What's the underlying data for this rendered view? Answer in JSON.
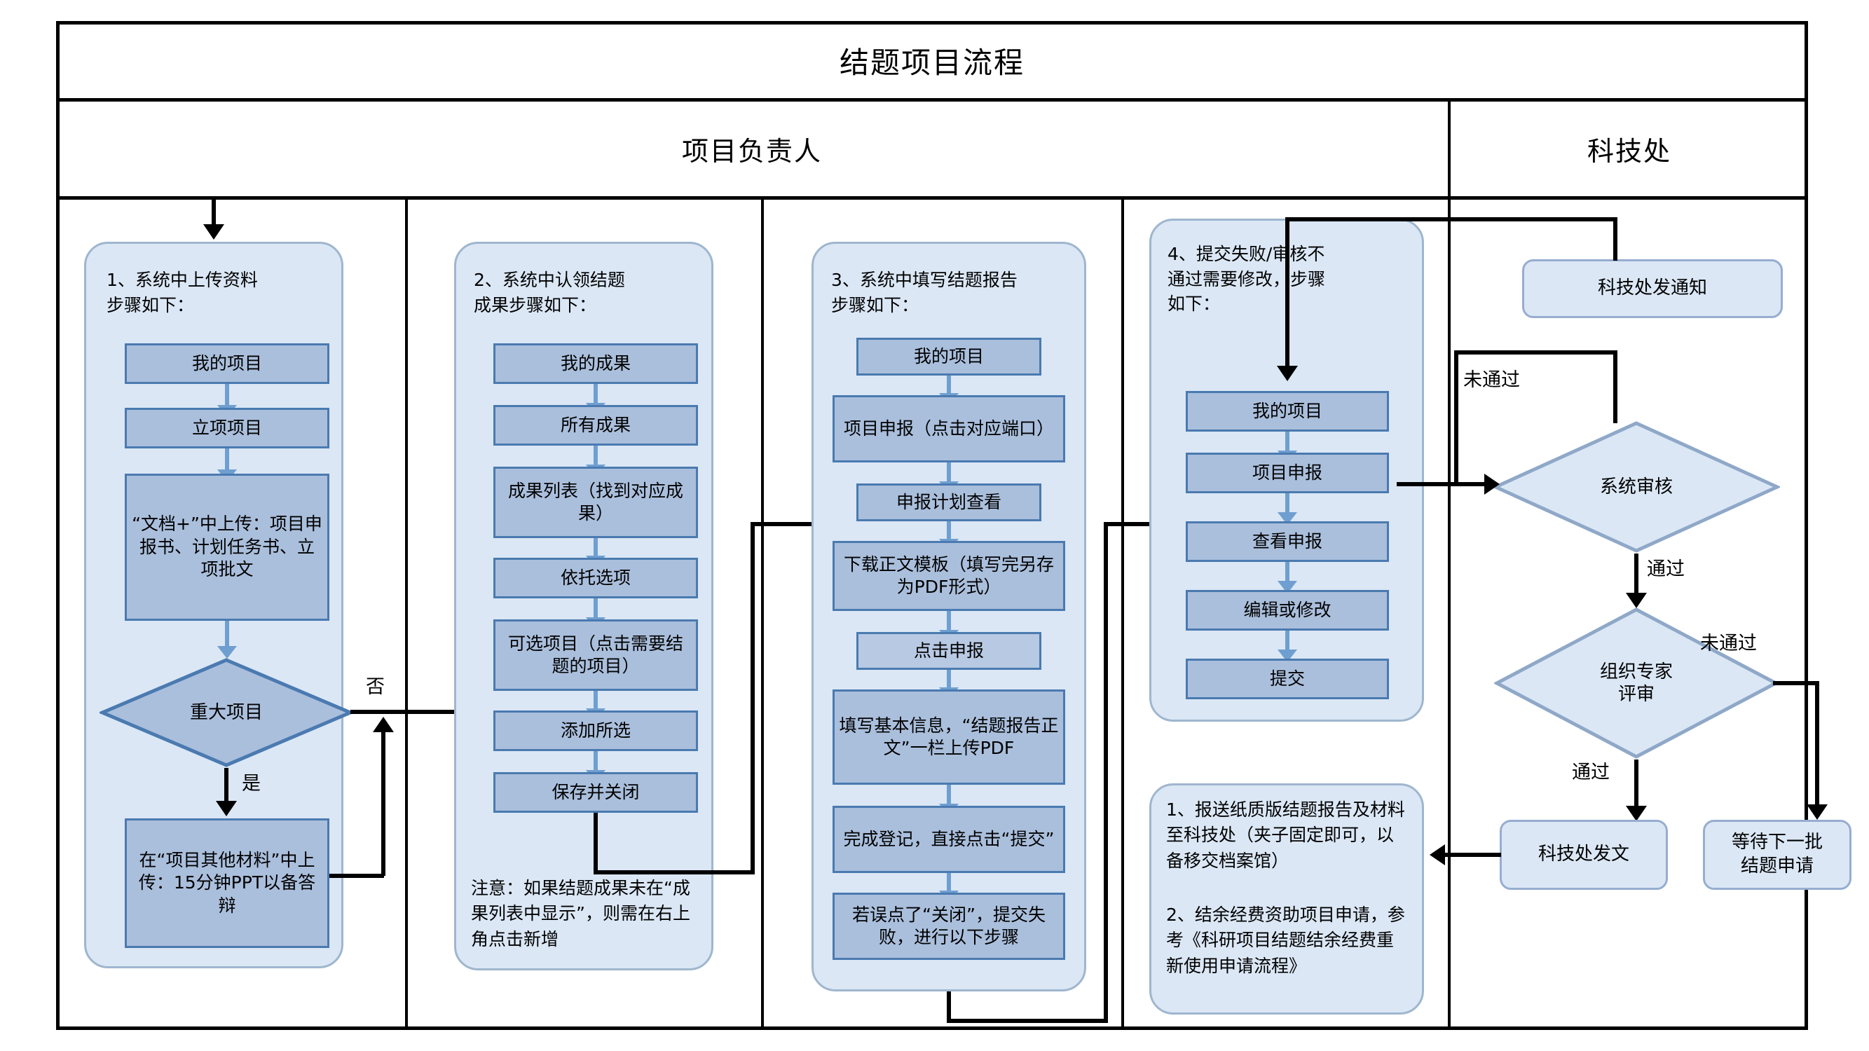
{
  "title": "结题项目流程",
  "lanes": [
    {
      "id": "owner",
      "label": "项目负责人"
    },
    {
      "id": "dept",
      "label": "科技处"
    }
  ],
  "colors": {
    "group_fill": "#dbe7f5",
    "group_stroke": "#9fb6ce",
    "box_fill": "#aabfdc",
    "box_stroke": "#4a7ab0",
    "arrow_blue": "#6f9fd0",
    "arrow_black": "#000000",
    "frame": "#000000"
  },
  "group1": {
    "heading_line1": "1、系统中上传资料",
    "heading_line2": "步骤如下：",
    "steps": [
      {
        "label": "我的项目"
      },
      {
        "label": "立项项目"
      },
      {
        "label": "“文档+”中上传：项目申报书、计划任务书、立项批文"
      }
    ],
    "decision": "重大项目",
    "branch_yes": "是",
    "branch_no": "否",
    "final_step": "在“项目其他材料”中上传：15分钟PPT以备答辩"
  },
  "group2": {
    "heading_line1": "2、系统中认领结题",
    "heading_line2": "成果步骤如下：",
    "steps": [
      {
        "label": "我的成果"
      },
      {
        "label": "所有成果"
      },
      {
        "label": "成果列表（找到对应成果）"
      },
      {
        "label": "依托选项"
      },
      {
        "label": "可选项目（点击需要结题的项目）"
      },
      {
        "label": "添加所选"
      },
      {
        "label": "保存并关闭"
      }
    ],
    "note": "注意：如果结题成果未在“成果列表中显示”，则需在右上角点击新增"
  },
  "group3": {
    "heading_line1": "3、系统中填写结题报告",
    "heading_line2": "步骤如下：",
    "steps": [
      {
        "label": "我的项目"
      },
      {
        "label": "项目申报（点击对应端口）"
      },
      {
        "label": "申报计划查看"
      },
      {
        "label": "下载正文模板（填写完另存为PDF形式）"
      },
      {
        "label": "点击申报"
      },
      {
        "label": "填写基本信息，“结题报告正文”一栏上传PDF"
      },
      {
        "label": "完成登记，直接点击“提交”"
      },
      {
        "label": "若误点了“关闭”，提交失败，进行以下步骤"
      }
    ]
  },
  "group4": {
    "heading_line1": "4、提交失败/审核不",
    "heading_line2": "通过需要修改，步骤",
    "heading_line3": "如下：",
    "steps": [
      {
        "label": "我的项目"
      },
      {
        "label": "项目申报"
      },
      {
        "label": "查看申报"
      },
      {
        "label": "编辑或修改"
      },
      {
        "label": "提交"
      }
    ],
    "notes": [
      "1、报送纸质版结题报告及材料至科技处（夹子固定即可，以备移交档案馆）",
      "2、结余经费资助项目申请，参考《科研项目结题结余经费重新使用申请流程》"
    ]
  },
  "dept_lane": {
    "notice": "科技处发通知",
    "decision_system": "系统审核",
    "decision_expert_line1": "组织专家",
    "decision_expert_line2": "评审",
    "label_fail_1": "未通过",
    "label_fail_2": "未通过",
    "label_pass_1": "通过",
    "label_pass_2": "通过",
    "result_doc": "科技处发文",
    "result_wait_line1": "等待下一批",
    "result_wait_line2": "结题申请"
  }
}
